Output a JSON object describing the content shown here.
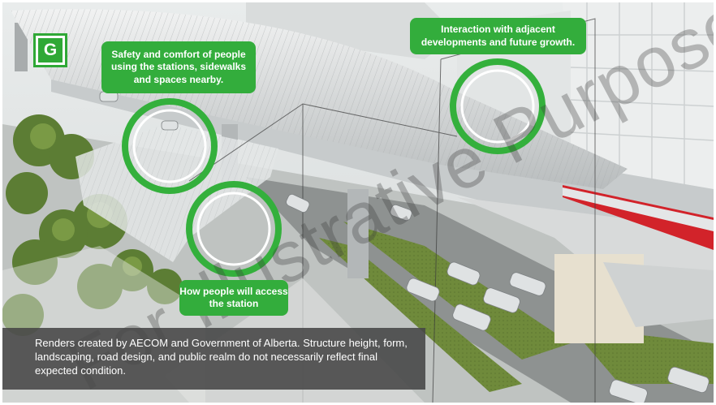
{
  "badge": {
    "letter": "G"
  },
  "callouts": {
    "safety": "Safety and comfort of people using the stations, sidewalks and spaces nearby.",
    "interaction": "Interaction with adjacent developments and future growth.",
    "access": "How people will access the station"
  },
  "caption": "Renders created by AECOM and Government of Alberta. Structure height, form, landscaping, road design, and public realm do not necessarily reflect final expected condition.",
  "watermark": "For Illustrative Purposes",
  "colors": {
    "accent_green": "#33ad3c",
    "caption_bg": "#464646",
    "train_red": "#d2232a"
  }
}
